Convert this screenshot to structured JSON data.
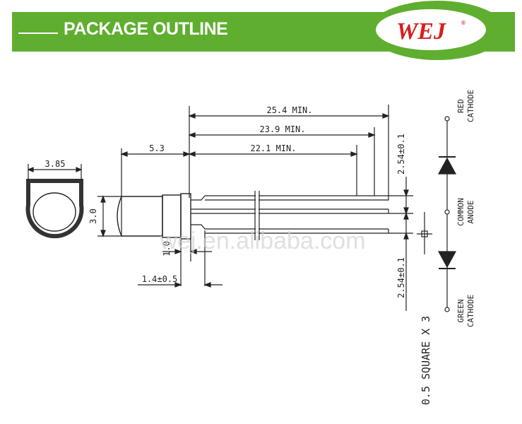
{
  "header": {
    "title": "PACKAGE OUTLINE",
    "logo_text": "WEJ",
    "logo_mark": "®",
    "banner_color": "#5fae2f"
  },
  "dimensions": {
    "width_top": "3.85",
    "lens_length": "5.3",
    "lead_25": "25.4 MIN.",
    "lead_23": "23.9 MIN.",
    "lead_22": "22.1 MIN.",
    "height": "3.0",
    "flange": "1.0",
    "flange_tol": "1.4±0.5",
    "pitch_top": "2.54±0.1",
    "pitch_bottom": "2.54±0.1",
    "pin_square": "0.5 SQUARE X 3"
  },
  "schematic": {
    "red_cathode": [
      "RED",
      "CATHODE"
    ],
    "common_anode": [
      "COMMON",
      "ANODE"
    ],
    "green_cathode": [
      "GREEN",
      "CATHODE"
    ]
  },
  "watermark": "wej.en.alibaba.com"
}
